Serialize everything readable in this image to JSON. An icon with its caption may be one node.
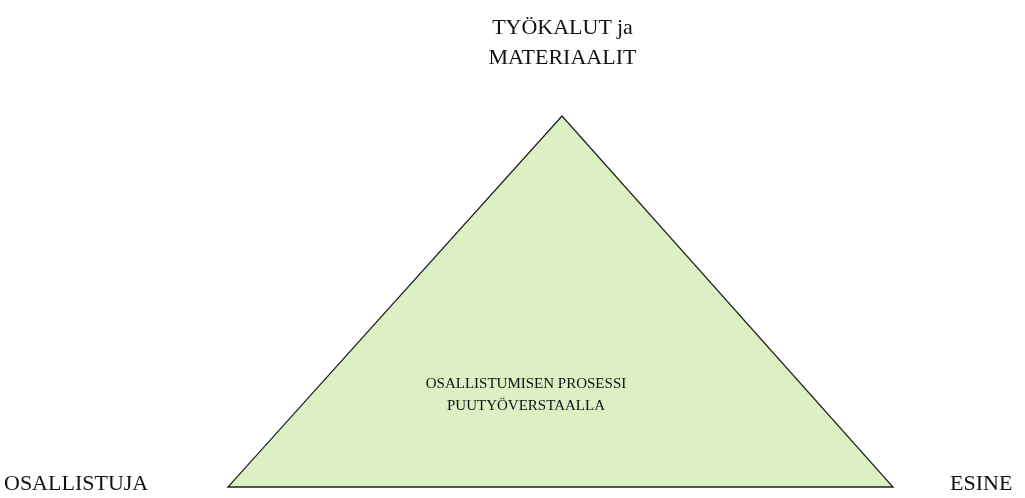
{
  "diagram": {
    "nodes": [
      {
        "text": [
          "OSALLISTUMISEN PROSESSI PUUTYÖVERSTAALLA"
        ]
      }
    ],
    "labels": [
      "TYÖKALUT ja MATERIAALIT",
      "OSALLISTUJA",
      "ESINE"
    ]
  }
}
